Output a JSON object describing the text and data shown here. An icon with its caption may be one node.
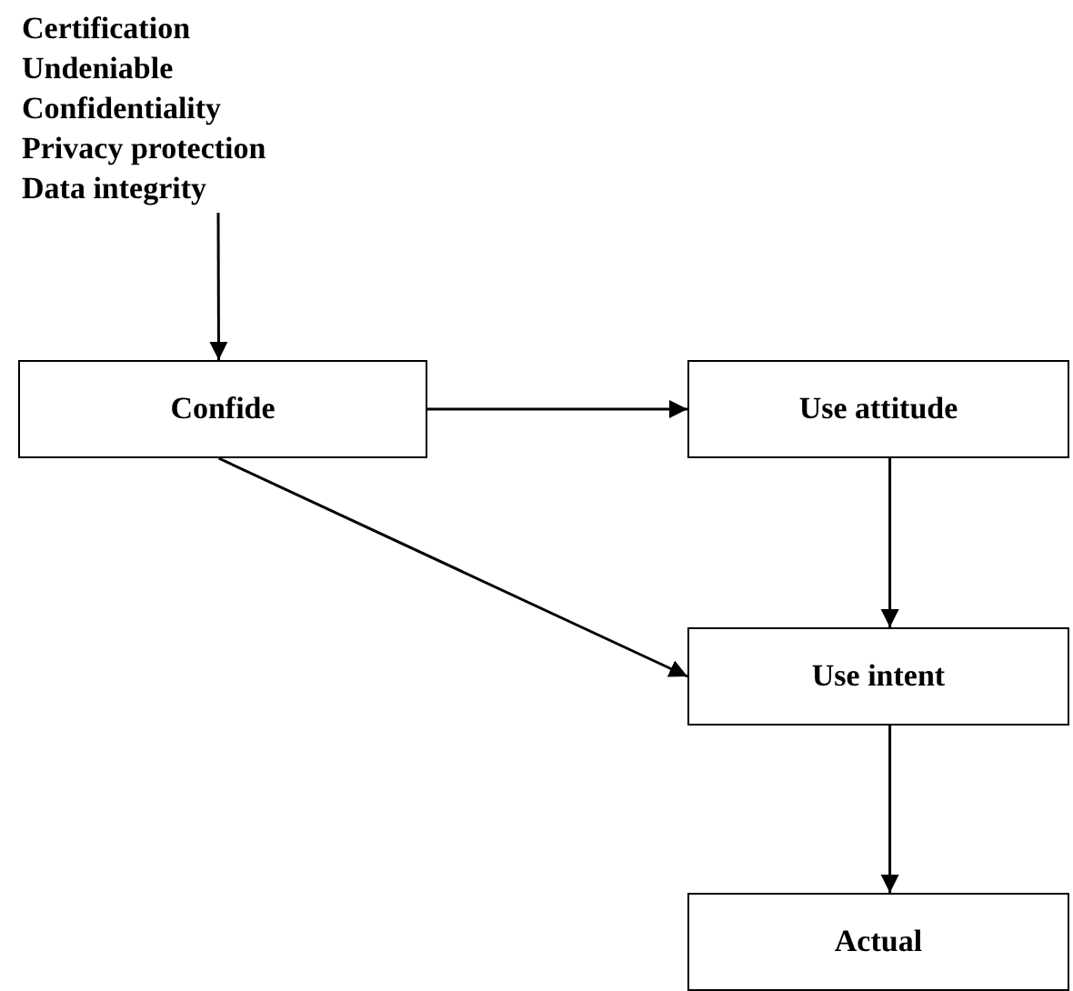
{
  "diagram": {
    "nodes": [
      {
        "text": [
          "Certification",
          "Undeniable",
          "Confidentiality",
          "Privacy protection",
          "Data integrity"
        ]
      },
      {
        "text": [
          "Confide"
        ]
      },
      {
        "text": [
          "Use attitude"
        ]
      },
      {
        "text": [
          "Use intent"
        ]
      },
      {
        "text": [
          "Actual"
        ]
      }
    ],
    "edges": [
      {
        "from": 0,
        "to": 1,
        "arrow": "to"
      },
      {
        "from": 1,
        "to": 2,
        "arrow": "to"
      },
      {
        "from": 1,
        "to": 3,
        "arrow": "to"
      },
      {
        "from": 2,
        "to": 3,
        "arrow": "to"
      },
      {
        "from": 3,
        "to": 4,
        "arrow": "to"
      }
    ]
  }
}
